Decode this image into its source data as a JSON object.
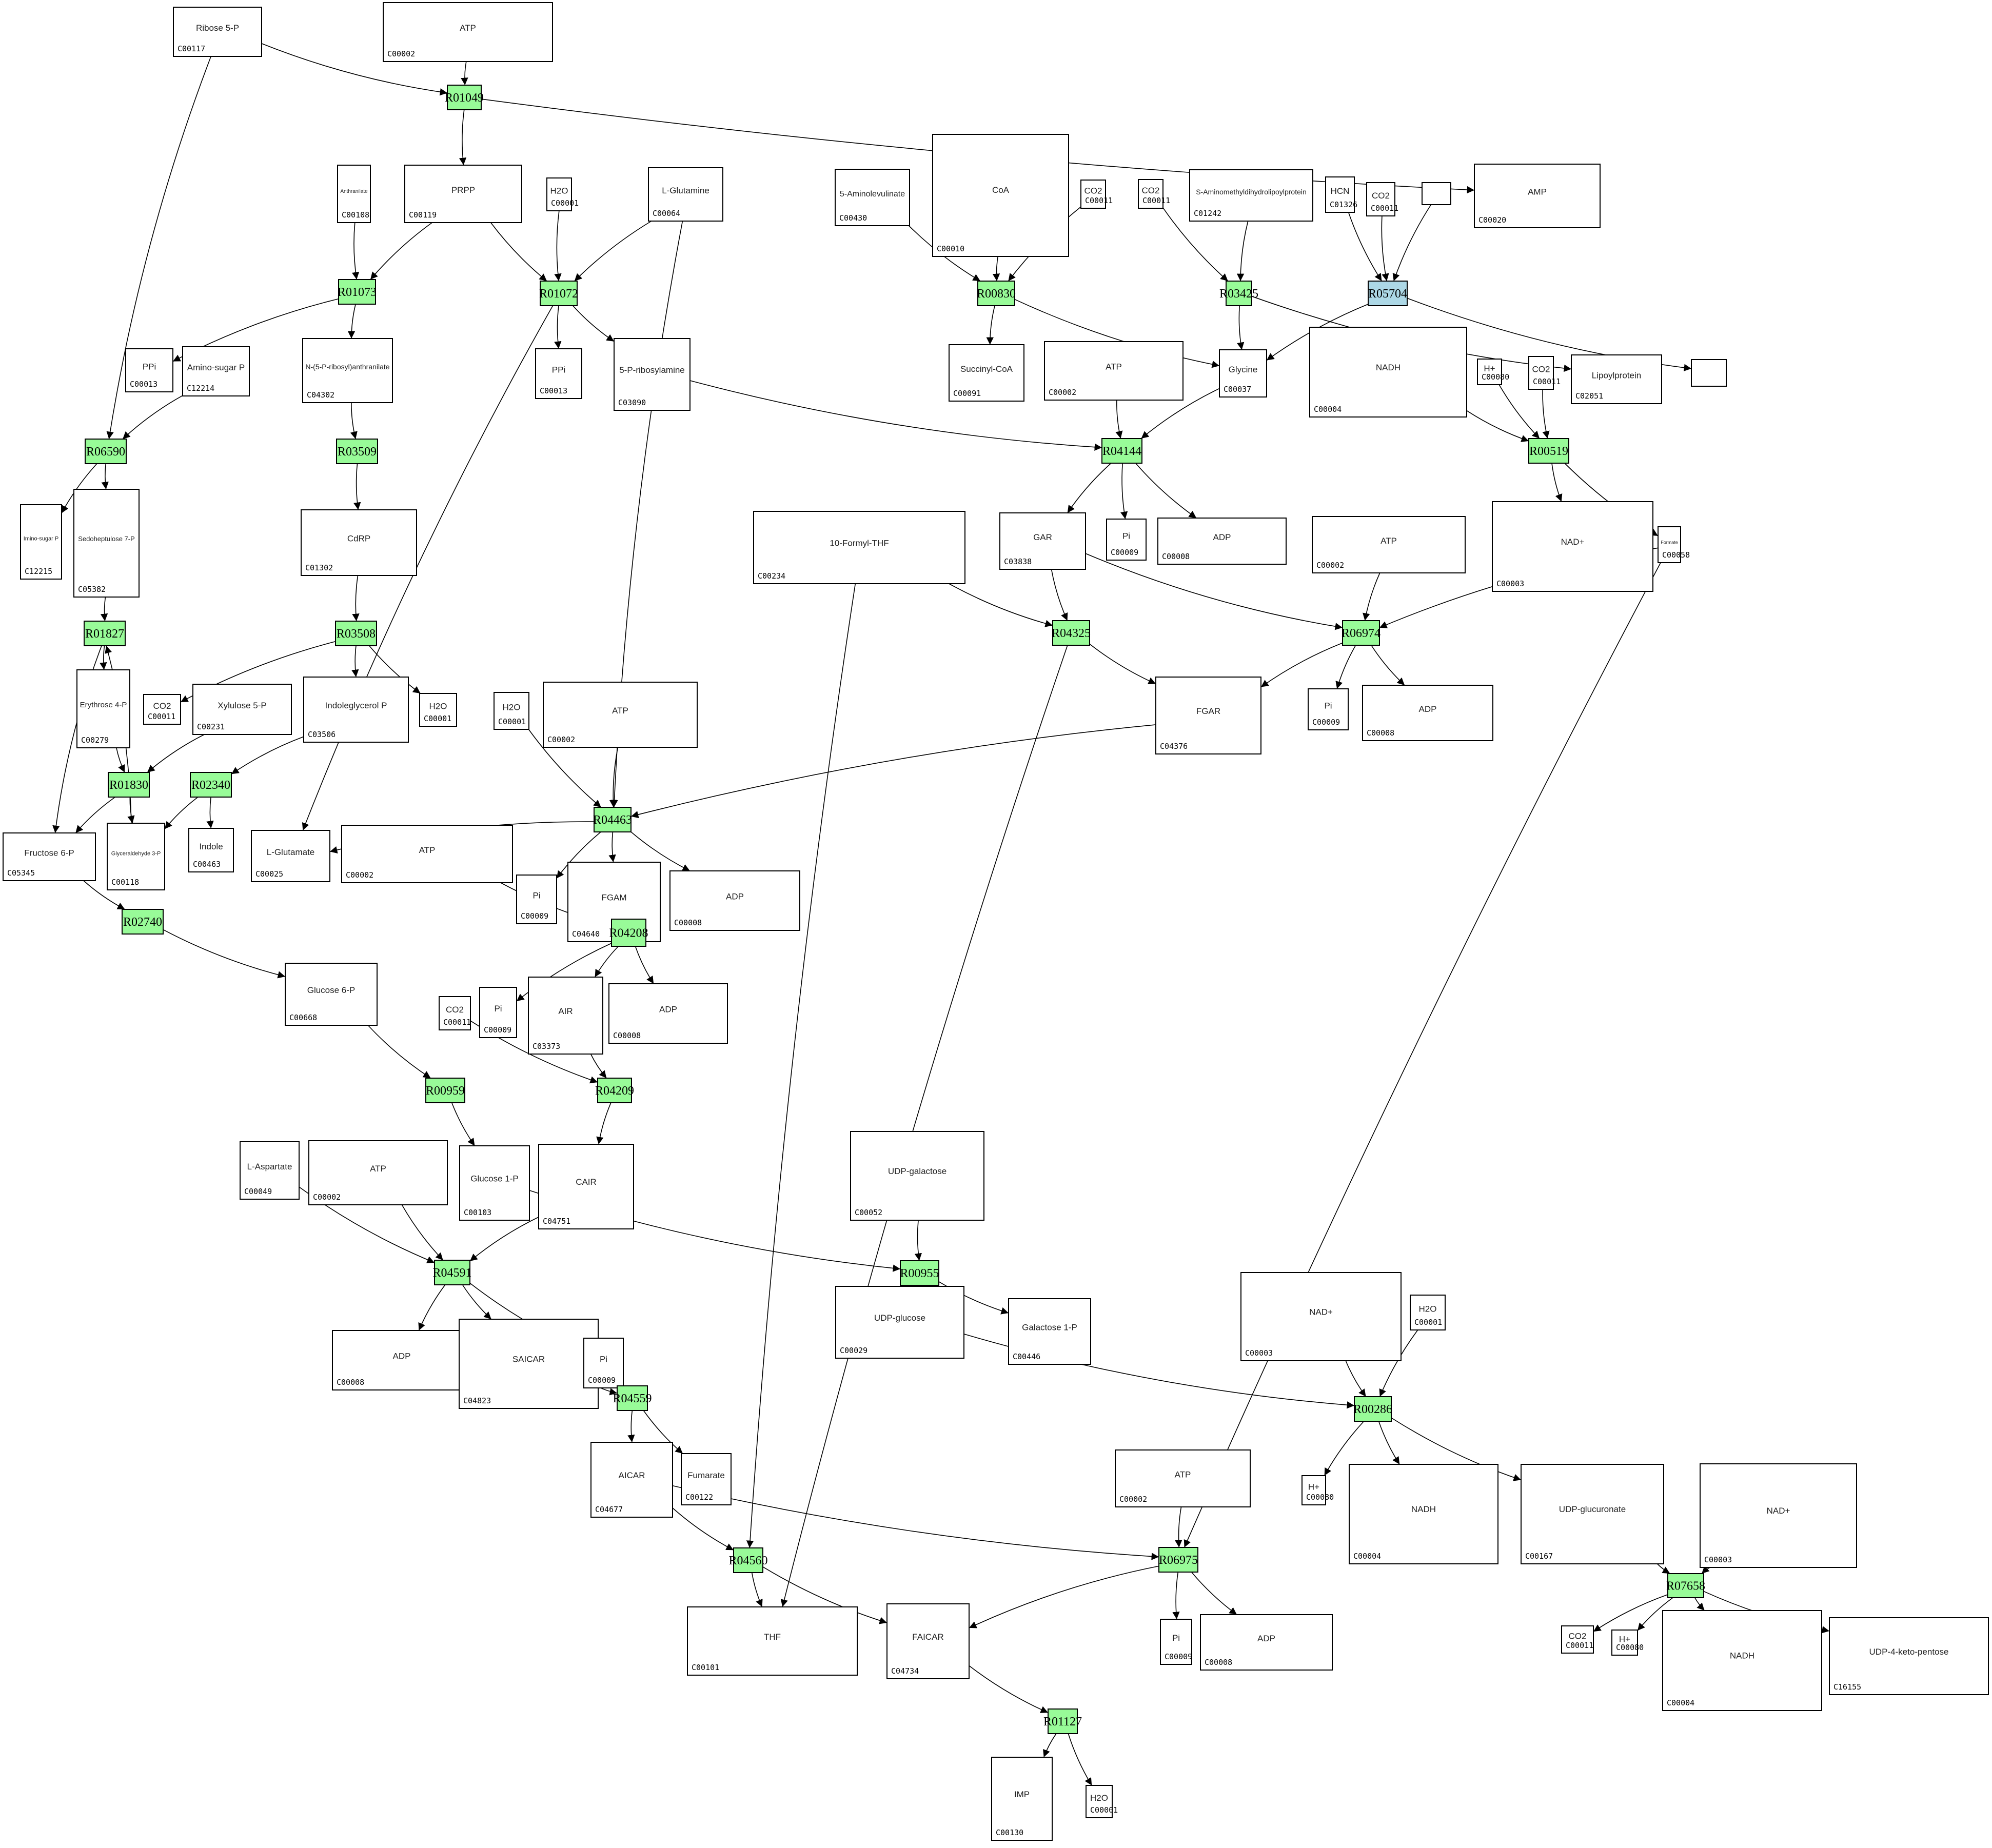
{
  "title": "Pathway reaction network",
  "colors": {
    "reaction_default": "#98fb98",
    "reaction_highlight": "#add8e6",
    "compound_fill": "#ffffff",
    "stroke": "#000000"
  },
  "compounds": [
    {
      "key": "c00117",
      "id": "C00117",
      "formula": "Ribose 5-P"
    },
    {
      "key": "c00002a",
      "id": "C00002",
      "formula": "ATP"
    },
    {
      "key": "c00108",
      "id": "C00108",
      "formula": "Anthranilate"
    },
    {
      "key": "c00119",
      "id": "C00119",
      "formula": "PRPP"
    },
    {
      "key": "c00001a",
      "id": "C00001",
      "formula": "H2O"
    },
    {
      "key": "c00064",
      "id": "C00064",
      "formula": "L-Glutamine"
    },
    {
      "key": "c00430",
      "id": "C00430",
      "formula": "5-Aminolevulinate"
    },
    {
      "key": "c00010",
      "id": "C00010",
      "formula": "CoA"
    },
    {
      "key": "c00011a",
      "id": "C00011",
      "formula": "CO2"
    },
    {
      "key": "c00011b",
      "id": "C00011",
      "formula": "CO2"
    },
    {
      "key": "c01242",
      "id": "C01242",
      "formula": "S-Aminomethyldihydrolipoylprotein"
    },
    {
      "key": "c01326",
      "id": "C01326",
      "formula": "HCN"
    },
    {
      "key": "c00011c",
      "id": "C00011",
      "formula": "CO2"
    },
    {
      "key": "empty1",
      "id": "",
      "formula": ""
    },
    {
      "key": "c00020",
      "id": "C00020",
      "formula": "AMP"
    },
    {
      "key": "c00013a",
      "id": "C00013",
      "formula": "PPi"
    },
    {
      "key": "c12214",
      "id": "C12214",
      "formula": "Amino-sugar P"
    },
    {
      "key": "c04302",
      "id": "C04302",
      "formula": "N-(5-P-ribosyl)anthranilate"
    },
    {
      "key": "c00013b",
      "id": "C00013",
      "formula": "PPi"
    },
    {
      "key": "c03090",
      "id": "C03090",
      "formula": "5-P-ribosylamine"
    },
    {
      "key": "c00091",
      "id": "C00091",
      "formula": "Succinyl-CoA"
    },
    {
      "key": "c00002b",
      "id": "C00002",
      "formula": "ATP"
    },
    {
      "key": "c00037",
      "id": "C00037",
      "formula": "Glycine"
    },
    {
      "key": "c00004a",
      "id": "C00004",
      "formula": "NADH"
    },
    {
      "key": "c00080a",
      "id": "C00080",
      "formula": "H+"
    },
    {
      "key": "c00011d",
      "id": "C00011",
      "formula": "CO2"
    },
    {
      "key": "c02051",
      "id": "C02051",
      "formula": "Lipoylprotein"
    },
    {
      "key": "empty2",
      "id": "",
      "formula": ""
    },
    {
      "key": "c12215",
      "id": "C12215",
      "formula": "Imino-sugar P"
    },
    {
      "key": "c05362",
      "id": "C05382",
      "formula": "Sedoheptulose 7-P"
    },
    {
      "key": "c01302",
      "id": "C01302",
      "formula": "CdRP"
    },
    {
      "key": "c00234",
      "id": "C00234",
      "formula": "10-Formyl-THF"
    },
    {
      "key": "c03838",
      "id": "C03838",
      "formula": "GAR"
    },
    {
      "key": "c00009a",
      "id": "C00009",
      "formula": "Pi"
    },
    {
      "key": "c00008a",
      "id": "C00008",
      "formula": "ADP"
    },
    {
      "key": "c00002c",
      "id": "C00002",
      "formula": "ATP"
    },
    {
      "key": "c00003a",
      "id": "C00003",
      "formula": "NAD+"
    },
    {
      "key": "c00058",
      "id": "C00058",
      "formula": "Formate"
    },
    {
      "key": "c00011e",
      "id": "C00011",
      "formula": "CO2"
    },
    {
      "key": "c00231",
      "id": "C00231",
      "formula": "Xylulose 5-P"
    },
    {
      "key": "c03506",
      "id": "C03506",
      "formula": "Indoleglycerol P"
    },
    {
      "key": "c00001b",
      "id": "C00001",
      "formula": "H2O"
    },
    {
      "key": "c00279",
      "id": "C00279",
      "formula": "Erythrose 4-P"
    },
    {
      "key": "c00001c",
      "id": "C00001",
      "formula": "H2O"
    },
    {
      "key": "c00002d",
      "id": "C00002",
      "formula": "ATP"
    },
    {
      "key": "c04376",
      "id": "C04376",
      "formula": "FGAR"
    },
    {
      "key": "c00009b",
      "id": "C00009",
      "formula": "Pi"
    },
    {
      "key": "c00008b",
      "id": "C00008",
      "formula": "ADP"
    },
    {
      "key": "c05345",
      "id": "C05345",
      "formula": "Fructose 6-P"
    },
    {
      "key": "c00118",
      "id": "C00118",
      "formula": "Glyceraldehyde 3-P"
    },
    {
      "key": "c00463",
      "id": "C00463",
      "formula": "Indole"
    },
    {
      "key": "c00025",
      "id": "C00025",
      "formula": "L-Glutamate"
    },
    {
      "key": "c00002e",
      "id": "C00002",
      "formula": "ATP"
    },
    {
      "key": "c00009c",
      "id": "C00009",
      "formula": "Pi"
    },
    {
      "key": "c04640",
      "id": "C04640",
      "formula": "FGAM"
    },
    {
      "key": "c00008c",
      "id": "C00008",
      "formula": "ADP"
    },
    {
      "key": "c00668",
      "id": "C00668",
      "formula": "Glucose 6-P"
    },
    {
      "key": "c00011f",
      "id": "C00011",
      "formula": "CO2"
    },
    {
      "key": "c00009d",
      "id": "C00009",
      "formula": "Pi"
    },
    {
      "key": "c03373",
      "id": "C03373",
      "formula": "AIR"
    },
    {
      "key": "c00008d",
      "id": "C00008",
      "formula": "ADP"
    },
    {
      "key": "c00052",
      "id": "C00052",
      "formula": "UDP-galactose"
    },
    {
      "key": "c00049",
      "id": "C00049",
      "formula": "L-Aspartate"
    },
    {
      "key": "c00002f",
      "id": "C00002",
      "formula": "ATP"
    },
    {
      "key": "c00103",
      "id": "C00103",
      "formula": "Glucose 1-P"
    },
    {
      "key": "c04751",
      "id": "C04751",
      "formula": "CAIR"
    },
    {
      "key": "c00008e",
      "id": "C00008",
      "formula": "ADP"
    },
    {
      "key": "c04823",
      "id": "C04823",
      "formula": "SAICAR"
    },
    {
      "key": "c00009e",
      "id": "C00009",
      "formula": "Pi"
    },
    {
      "key": "c00029",
      "id": "C00029",
      "formula": "UDP-glucose"
    },
    {
      "key": "c00446",
      "id": "C00446",
      "formula": "Galactose 1-P"
    },
    {
      "key": "c00003b",
      "id": "C00003",
      "formula": "NAD+"
    },
    {
      "key": "c00001d",
      "id": "C00001",
      "formula": "H2O"
    },
    {
      "key": "c04677",
      "id": "C04677",
      "formula": "AICAR"
    },
    {
      "key": "c00122",
      "id": "C00122",
      "formula": "Fumarate"
    },
    {
      "key": "c00080b",
      "id": "C00080",
      "formula": "H+"
    },
    {
      "key": "c00004b",
      "id": "C00004",
      "formula": "NADH"
    },
    {
      "key": "c00167",
      "id": "C00167",
      "formula": "UDP-glucuronate"
    },
    {
      "key": "c00003c",
      "id": "C00003",
      "formula": "NAD+"
    },
    {
      "key": "c00002g",
      "id": "C00002",
      "formula": "ATP"
    },
    {
      "key": "c00101",
      "id": "C00101",
      "formula": "THF"
    },
    {
      "key": "c04734",
      "id": "C04734",
      "formula": "FAICAR"
    },
    {
      "key": "c00009f",
      "id": "C00009",
      "formula": "Pi"
    },
    {
      "key": "c00008f",
      "id": "C00008",
      "formula": "ADP"
    },
    {
      "key": "c00011g",
      "id": "C00011",
      "formula": "CO2"
    },
    {
      "key": "c00080c",
      "id": "C00080",
      "formula": "H+"
    },
    {
      "key": "c00004c",
      "id": "C00004",
      "formula": "NADH"
    },
    {
      "key": "c16155",
      "id": "C16155",
      "formula": "UDP-4-keto-pentose"
    },
    {
      "key": "c00130",
      "id": "C00130",
      "formula": "IMP"
    },
    {
      "key": "c00001e",
      "id": "C00001",
      "formula": "H2O"
    }
  ],
  "reactions": [
    {
      "key": "R01049",
      "label": "R01049",
      "highlight": false
    },
    {
      "key": "R01073",
      "label": "R01073",
      "highlight": false
    },
    {
      "key": "R01072",
      "label": "R01072",
      "highlight": false
    },
    {
      "key": "R00830",
      "label": "R00830",
      "highlight": false
    },
    {
      "key": "R03425",
      "label": "R03425",
      "highlight": false
    },
    {
      "key": "R05704",
      "label": "R05704",
      "highlight": true
    },
    {
      "key": "R06590",
      "label": "R06590",
      "highlight": false
    },
    {
      "key": "R03509",
      "label": "R03509",
      "highlight": false
    },
    {
      "key": "R04144",
      "label": "R04144",
      "highlight": false
    },
    {
      "key": "R00519",
      "label": "R00519",
      "highlight": false
    },
    {
      "key": "R01827",
      "label": "R01827",
      "highlight": false
    },
    {
      "key": "R03508",
      "label": "R03508",
      "highlight": false
    },
    {
      "key": "R04325",
      "label": "R04325",
      "highlight": false
    },
    {
      "key": "R06974",
      "label": "R06974",
      "highlight": false
    },
    {
      "key": "R01830",
      "label": "R01830",
      "highlight": false
    },
    {
      "key": "R02340",
      "label": "R02340",
      "highlight": false
    },
    {
      "key": "R04463",
      "label": "R04463",
      "highlight": false
    },
    {
      "key": "R02740",
      "label": "R02740",
      "highlight": false
    },
    {
      "key": "R04208",
      "label": "R04208",
      "highlight": false
    },
    {
      "key": "R00959",
      "label": "R00959",
      "highlight": false
    },
    {
      "key": "R04209",
      "label": "R04209",
      "highlight": false
    },
    {
      "key": "R04591",
      "label": "R04591",
      "highlight": false
    },
    {
      "key": "R00955",
      "label": "R00955",
      "highlight": false
    },
    {
      "key": "R00286",
      "label": "R00286",
      "highlight": false
    },
    {
      "key": "R04559",
      "label": "R04559",
      "highlight": false
    },
    {
      "key": "R04560",
      "label": "R04560",
      "highlight": false
    },
    {
      "key": "R06975",
      "label": "R06975",
      "highlight": false
    },
    {
      "key": "R07658",
      "label": "R07658",
      "highlight": false
    },
    {
      "key": "R01127",
      "label": "R01127",
      "highlight": false
    }
  ],
  "edges": [
    [
      "c00117",
      "R01049"
    ],
    [
      "c00002a",
      "R01049"
    ],
    [
      "R01049",
      "c00119"
    ],
    [
      "R01049",
      "c00020"
    ],
    [
      "c00117",
      "R06590"
    ],
    [
      "c00108",
      "R01073"
    ],
    [
      "c00119",
      "R01073"
    ],
    [
      "R01073",
      "c00013a"
    ],
    [
      "R01073",
      "c04302"
    ],
    [
      "c00119",
      "R01072"
    ],
    [
      "c00001a",
      "R01072"
    ],
    [
      "c00064",
      "R01072"
    ],
    [
      "R01072",
      "c00013b"
    ],
    [
      "R01072",
      "c03090"
    ],
    [
      "R01072",
      "c00025"
    ],
    [
      "c00064",
      "R04463"
    ],
    [
      "c00430",
      "R00830"
    ],
    [
      "c00010",
      "R00830"
    ],
    [
      "c00011a",
      "R00830"
    ],
    [
      "R00830",
      "c00091"
    ],
    [
      "R00830",
      "c00037"
    ],
    [
      "c00011b",
      "R03425"
    ],
    [
      "c01242",
      "R03425"
    ],
    [
      "R03425",
      "c00037"
    ],
    [
      "R03425",
      "c02051"
    ],
    [
      "c01326",
      "R05704"
    ],
    [
      "c00011c",
      "R05704"
    ],
    [
      "empty1",
      "R05704"
    ],
    [
      "R05704",
      "c00037"
    ],
    [
      "R05704",
      "empty2"
    ],
    [
      "c12214",
      "R06590"
    ],
    [
      "R06590",
      "c12215"
    ],
    [
      "R06590",
      "c05362"
    ],
    [
      "c04302",
      "R03509"
    ],
    [
      "R03509",
      "c01302"
    ],
    [
      "c03090",
      "R04144"
    ],
    [
      "c00002b",
      "R04144"
    ],
    [
      "c00037",
      "R04144"
    ],
    [
      "R04144",
      "c03838"
    ],
    [
      "R04144",
      "c00009a"
    ],
    [
      "R04144",
      "c00008a"
    ],
    [
      "c00004a",
      "R00519"
    ],
    [
      "c00080a",
      "R00519"
    ],
    [
      "c00011d",
      "R00519"
    ],
    [
      "R00519",
      "c00003a"
    ],
    [
      "R00519",
      "c00058"
    ],
    [
      "c05362",
      "R01827"
    ],
    [
      "R01827",
      "c00279"
    ],
    [
      "R01827",
      "c05345"
    ],
    [
      "c00118",
      "R01827"
    ],
    [
      "c01302",
      "R03508"
    ],
    [
      "R03508",
      "c00011e"
    ],
    [
      "R03508",
      "c03506"
    ],
    [
      "R03508",
      "c00001b"
    ],
    [
      "c03838",
      "R04325"
    ],
    [
      "c00234",
      "R04325"
    ],
    [
      "R04325",
      "c04376"
    ],
    [
      "R04325",
      "c00101"
    ],
    [
      "c03838",
      "R06974"
    ],
    [
      "c00002c",
      "R06974"
    ],
    [
      "c00058",
      "R06974"
    ],
    [
      "R06974",
      "c04376"
    ],
    [
      "R06974",
      "c00009b"
    ],
    [
      "R06974",
      "c00008b"
    ],
    [
      "c00279",
      "R01830"
    ],
    [
      "c00231",
      "R01830"
    ],
    [
      "R01830",
      "c05345"
    ],
    [
      "R01830",
      "c00118"
    ],
    [
      "c03506",
      "R02340"
    ],
    [
      "R02340",
      "c00118"
    ],
    [
      "R02340",
      "c00463"
    ],
    [
      "c00001c",
      "R04463"
    ],
    [
      "c00002d",
      "R04463"
    ],
    [
      "c04376",
      "R04463"
    ],
    [
      "R04463",
      "c00025"
    ],
    [
      "R04463",
      "c00009c"
    ],
    [
      "R04463",
      "c04640"
    ],
    [
      "R04463",
      "c00008c"
    ],
    [
      "c05345",
      "R02740"
    ],
    [
      "R02740",
      "c00668"
    ],
    [
      "c04640",
      "R04208"
    ],
    [
      "c00002e",
      "R04208"
    ],
    [
      "R04208",
      "c00009d"
    ],
    [
      "R04208",
      "c03373"
    ],
    [
      "R04208",
      "c00008d"
    ],
    [
      "c00668",
      "R00959"
    ],
    [
      "R00959",
      "c00103"
    ],
    [
      "c03373",
      "R04209"
    ],
    [
      "c00011f",
      "R04209"
    ],
    [
      "R04209",
      "c04751"
    ],
    [
      "c00049",
      "R04591"
    ],
    [
      "c00002f",
      "R04591"
    ],
    [
      "c04751",
      "R04591"
    ],
    [
      "R04591",
      "c00008e"
    ],
    [
      "R04591",
      "c04823"
    ],
    [
      "R04591",
      "c00009e"
    ],
    [
      "c00052",
      "R00955"
    ],
    [
      "c00103",
      "R00955"
    ],
    [
      "R00955",
      "c00029"
    ],
    [
      "R00955",
      "c00446"
    ],
    [
      "c04823",
      "R04559"
    ],
    [
      "R04559",
      "c04677"
    ],
    [
      "R04559",
      "c00122"
    ],
    [
      "c00029",
      "R00286"
    ],
    [
      "c00003b",
      "R00286"
    ],
    [
      "c00001d",
      "R00286"
    ],
    [
      "R00286",
      "c00080b"
    ],
    [
      "R00286",
      "c00004b"
    ],
    [
      "R00286",
      "c00167"
    ],
    [
      "c04677",
      "R04560"
    ],
    [
      "c00234",
      "R04560"
    ],
    [
      "R04560",
      "c00101"
    ],
    [
      "R04560",
      "c04734"
    ],
    [
      "c04677",
      "R06975"
    ],
    [
      "c00002g",
      "R06975"
    ],
    [
      "c00058",
      "R06975"
    ],
    [
      "R06975",
      "c04734"
    ],
    [
      "R06975",
      "c00009f"
    ],
    [
      "R06975",
      "c00008f"
    ],
    [
      "c00167",
      "R07658"
    ],
    [
      "c00003c",
      "R07658"
    ],
    [
      "R07658",
      "c00011g"
    ],
    [
      "R07658",
      "c00080c"
    ],
    [
      "R07658",
      "c00004c"
    ],
    [
      "R07658",
      "c16155"
    ],
    [
      "c04734",
      "R01127"
    ],
    [
      "R01127",
      "c00130"
    ],
    [
      "R01127",
      "c00001e"
    ]
  ]
}
